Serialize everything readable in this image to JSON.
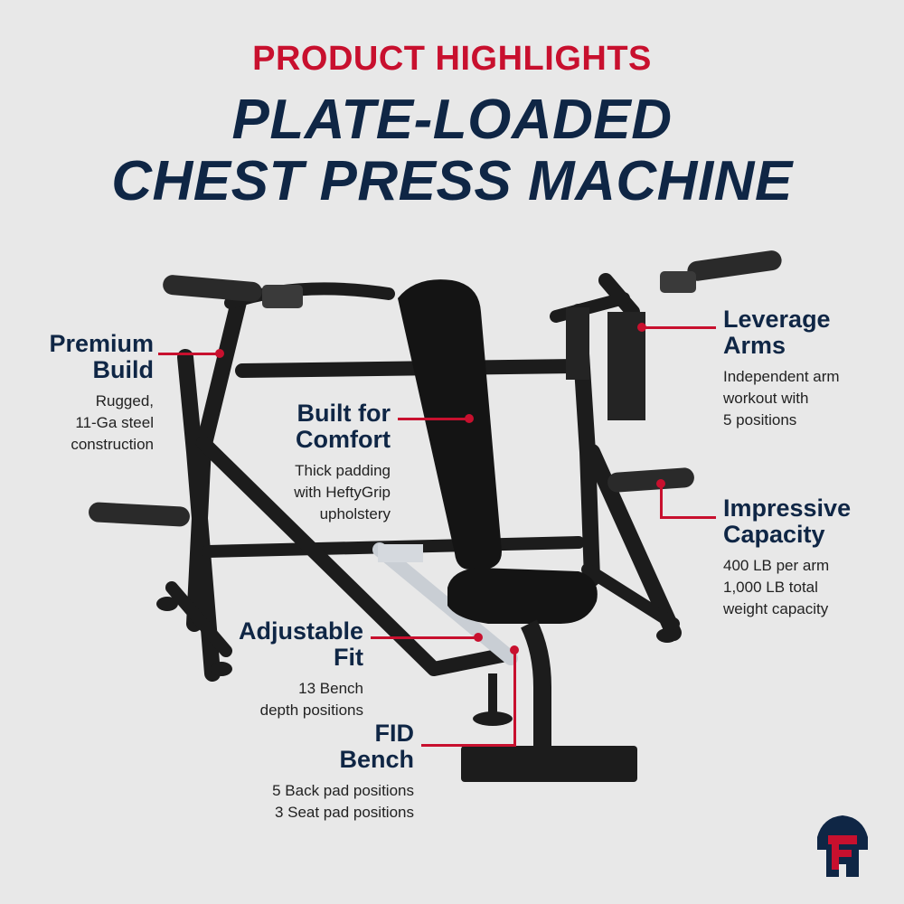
{
  "header": {
    "kicker": "PRODUCT HIGHLIGHTS",
    "title_line1": "PLATE-LOADED",
    "title_line2": "CHEST PRESS MACHINE"
  },
  "callouts": {
    "premium": {
      "title_line1": "Premium",
      "title_line2": "Build",
      "desc_line1": "Rugged,",
      "desc_line2": "11-Ga steel",
      "desc_line3": "construction"
    },
    "comfort": {
      "title_line1": "Built for",
      "title_line2": "Comfort",
      "desc_line1": "Thick padding",
      "desc_line2": "with HeftyGrip",
      "desc_line3": "upholstery"
    },
    "leverage": {
      "title_line1": "Leverage",
      "title_line2": "Arms",
      "desc_line1": "Independent arm",
      "desc_line2": "workout with",
      "desc_line3": "5 positions"
    },
    "capacity": {
      "title_line1": "Impressive",
      "title_line2": "Capacity",
      "desc_line1": "400 LB per arm",
      "desc_line2": "1,000 LB total",
      "desc_line3": "weight capacity"
    },
    "adjustable": {
      "title_line1": "Adjustable",
      "title_line2": "Fit",
      "desc_line1": "13 Bench",
      "desc_line2": "depth positions"
    },
    "fid": {
      "title_line1": "FID",
      "title_line2": "Bench",
      "desc_line1": "5 Back pad positions",
      "desc_line2": "3 Seat pad positions"
    }
  },
  "colors": {
    "accent": "#c8102e",
    "navy": "#0f2645",
    "background": "#e8e8e8",
    "frame": "#1c1c1c",
    "pad": "#141414",
    "silver": "#c9ced4"
  },
  "icons": {
    "logo": "brand-shield-logo-icon"
  }
}
